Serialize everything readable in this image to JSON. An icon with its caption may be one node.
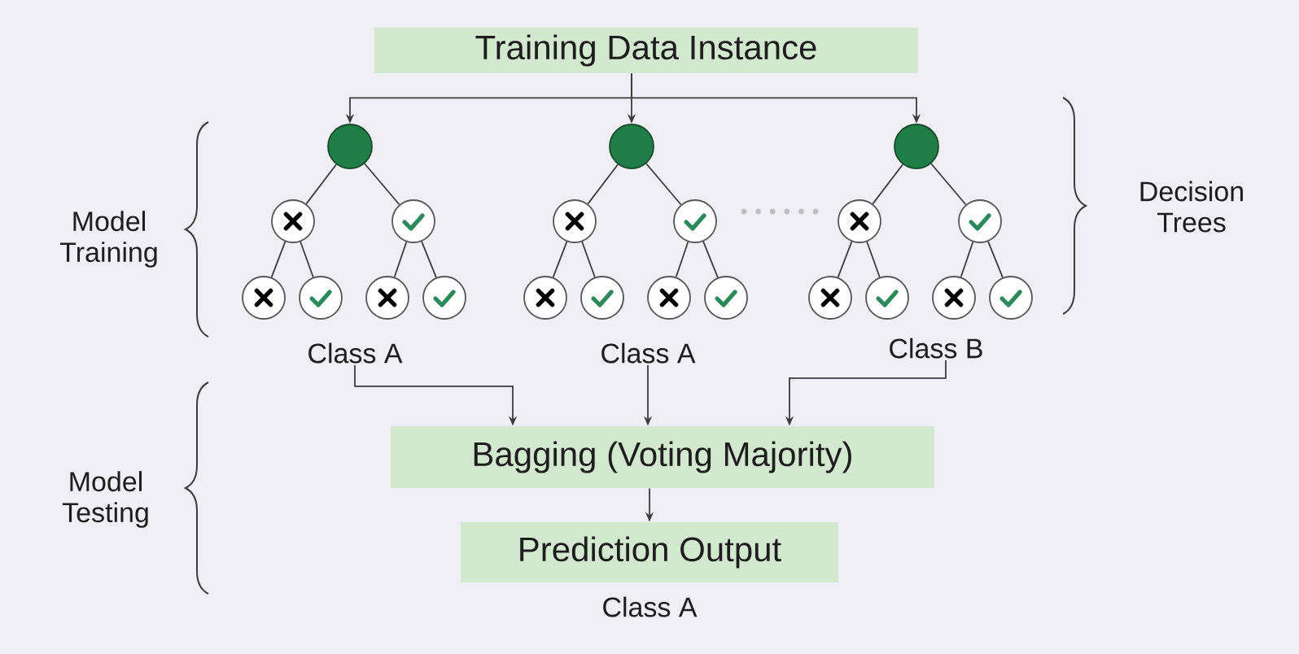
{
  "diagram": {
    "nodes": [
      {
        "text": [
          "Training Data Instance"
        ]
      },
      {
        "text": [],
        "shape": "circle"
      },
      {
        "text": [],
        "shape": "circle"
      },
      {
        "text": [],
        "shape": "circle"
      },
      {
        "text": [],
        "shape": "circle"
      },
      {
        "text": [],
        "shape": "circle"
      },
      {
        "text": [],
        "shape": "circle"
      },
      {
        "text": [],
        "shape": "circle"
      },
      {
        "text": [],
        "shape": "circle"
      },
      {
        "text": [],
        "shape": "circle"
      },
      {
        "text": [],
        "shape": "circle"
      },
      {
        "text": [],
        "shape": "circle"
      },
      {
        "text": [],
        "shape": "circle"
      },
      {
        "text": [],
        "shape": "circle"
      },
      {
        "text": [],
        "shape": "circle"
      },
      {
        "text": [],
        "shape": "circle"
      },
      {
        "text": [],
        "shape": "circle"
      },
      {
        "text": [],
        "shape": "circle"
      },
      {
        "text": [],
        "shape": "circle"
      },
      {
        "text": [],
        "shape": "circle"
      },
      {
        "text": [],
        "shape": "circle"
      },
      {
        "text": [],
        "shape": "circle"
      },
      {
        "text": [
          "Class A"
        ]
      },
      {
        "text": [
          "Class A"
        ]
      },
      {
        "text": [
          "Class B"
        ]
      },
      {
        "text": [
          "Bagging (Voting Majority)"
        ]
      },
      {
        "text": [
          "Prediction Output"
        ],
        "beside": [
          "Class A"
        ]
      }
    ],
    "edges": [
      {
        "from": 0,
        "to": 1,
        "arrow": "to"
      },
      {
        "from": 0,
        "to": 8,
        "arrow": "to"
      },
      {
        "from": 0,
        "to": 15,
        "arrow": "to"
      },
      {
        "from": 1,
        "to": 2,
        "arrow": "none"
      },
      {
        "from": 1,
        "to": 3,
        "arrow": "none"
      },
      {
        "from": 2,
        "to": 4,
        "arrow": "none"
      },
      {
        "from": 2,
        "to": 5,
        "arrow": "none"
      },
      {
        "from": 3,
        "to": 6,
        "arrow": "none"
      },
      {
        "from": 3,
        "to": 7,
        "arrow": "none"
      },
      {
        "from": 8,
        "to": 9,
        "arrow": "none"
      },
      {
        "from": 8,
        "to": 10,
        "arrow": "none"
      },
      {
        "from": 9,
        "to": 11,
        "arrow": "none"
      },
      {
        "from": 9,
        "to": 12,
        "arrow": "none"
      },
      {
        "from": 10,
        "to": 13,
        "arrow": "none"
      },
      {
        "from": 10,
        "to": 14,
        "arrow": "none"
      },
      {
        "from": 15,
        "to": 16,
        "arrow": "none"
      },
      {
        "from": 15,
        "to": 17,
        "arrow": "none"
      },
      {
        "from": 16,
        "to": 18,
        "arrow": "none"
      },
      {
        "from": 16,
        "to": 19,
        "arrow": "none"
      },
      {
        "from": 17,
        "to": 20,
        "arrow": "none"
      },
      {
        "from": 17,
        "to": 21,
        "arrow": "none"
      },
      {
        "from": 22,
        "to": 25,
        "arrow": "to"
      },
      {
        "from": 23,
        "to": 25,
        "arrow": "to"
      },
      {
        "from": 24,
        "to": 25,
        "arrow": "to"
      },
      {
        "from": 25,
        "to": 26,
        "arrow": "to"
      }
    ],
    "labels": [
      "Model Training",
      "Decision Trees",
      "Model Testing"
    ]
  }
}
